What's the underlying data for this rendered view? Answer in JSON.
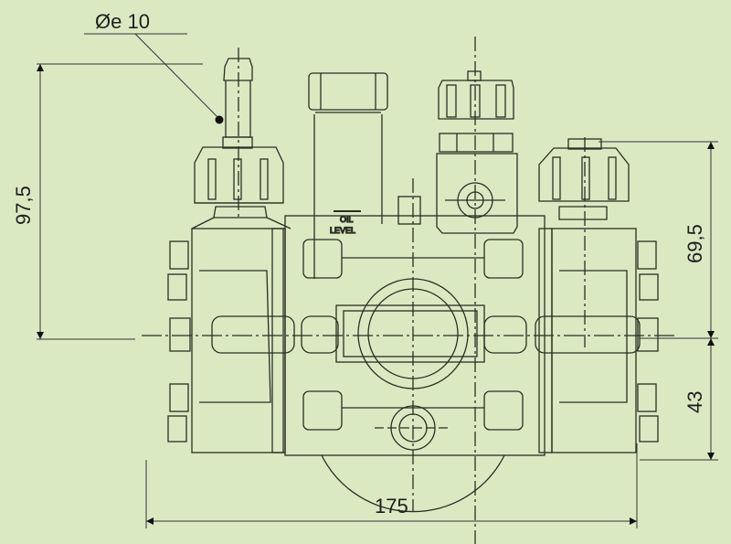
{
  "drawing": {
    "type": "technical-drawing",
    "subject": "pump front view",
    "background_color": "#dbe9c3",
    "line_color": "#2a2e22",
    "dimensions": {
      "hose_diameter": "Øe 10",
      "height_left": "97,5",
      "height_right_upper": "69,5",
      "height_right_lower": "43",
      "width_bottom": "175"
    },
    "labels": {
      "oil_line1": "OIL",
      "oil_line2": "LEVEL"
    }
  }
}
